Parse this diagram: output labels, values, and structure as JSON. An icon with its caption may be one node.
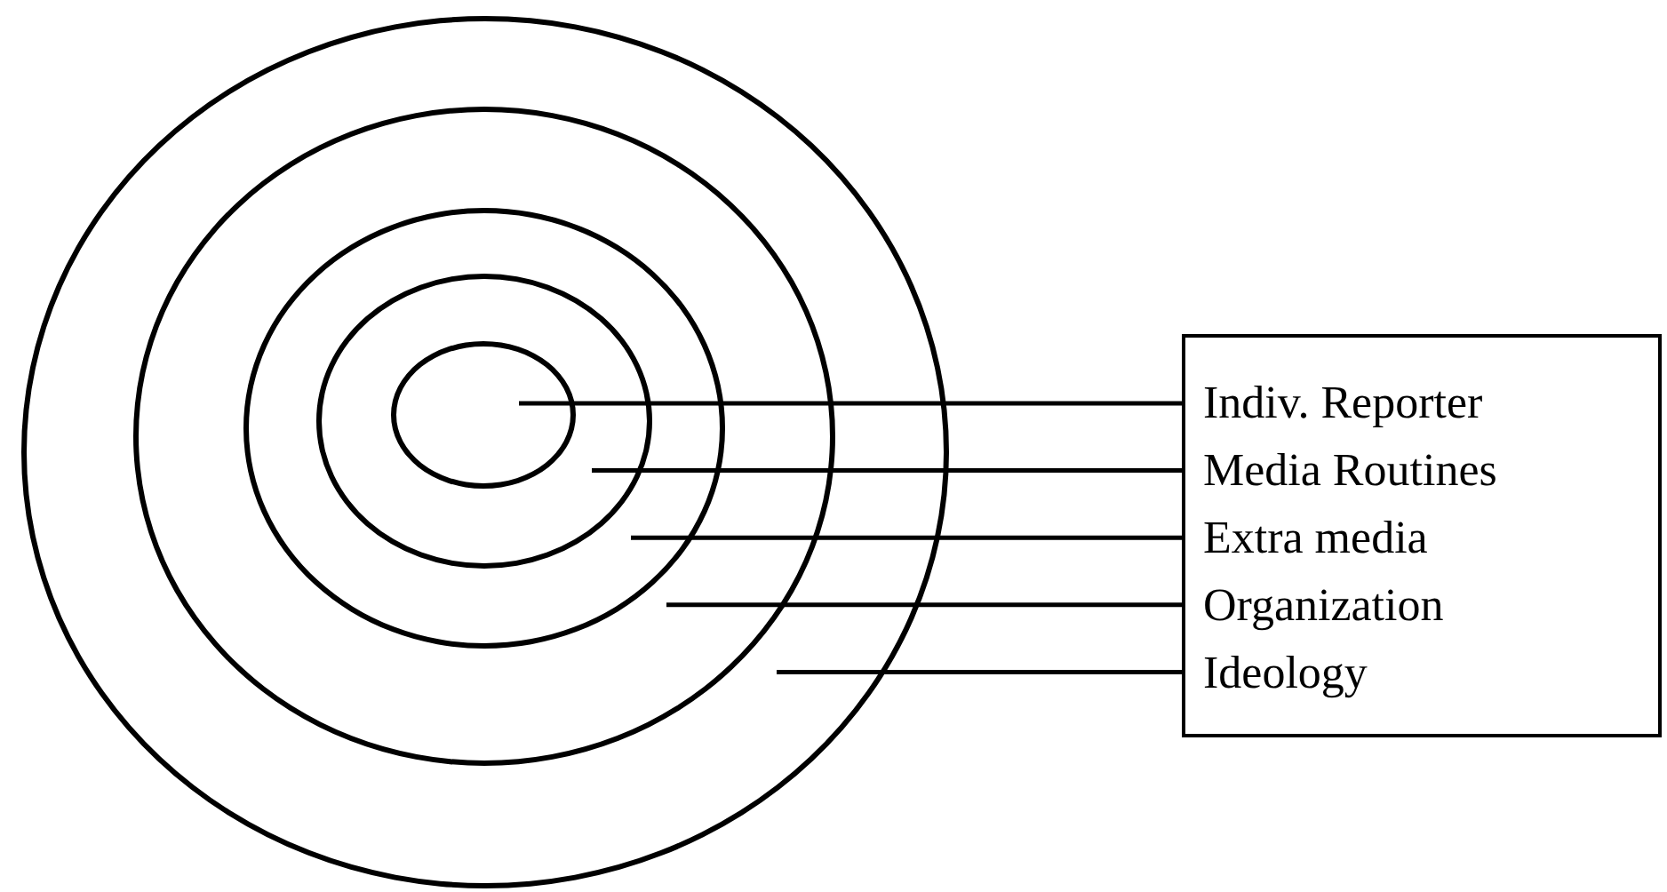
{
  "diagram": {
    "nodes": [
      {
        "text": [],
        "shape": "circle"
      },
      {
        "text": [],
        "shape": "circle",
        "in": 0
      },
      {
        "text": [],
        "shape": "circle",
        "in": 1
      },
      {
        "text": [],
        "shape": "circle",
        "in": 2
      },
      {
        "text": [],
        "shape": "circle",
        "in": 3
      },
      {
        "text": [],
        "shape": "box"
      },
      {
        "text": [
          "Indiv. Reporter"
        ],
        "in": 5
      },
      {
        "text": [
          "Media Routines"
        ],
        "in": 5
      },
      {
        "text": [
          "Extra media"
        ],
        "in": 5
      },
      {
        "text": [
          "Organization"
        ],
        "in": 5
      },
      {
        "text": [
          "Ideology"
        ],
        "in": 5
      }
    ],
    "edges": [
      {
        "from": 6,
        "to": 4,
        "arrow": "none"
      },
      {
        "from": 7,
        "to": 3,
        "arrow": "none"
      },
      {
        "from": 8,
        "to": 2,
        "arrow": "none"
      },
      {
        "from": 9,
        "to": 1,
        "arrow": "none"
      },
      {
        "from": 10,
        "to": 0,
        "arrow": "none"
      }
    ]
  }
}
